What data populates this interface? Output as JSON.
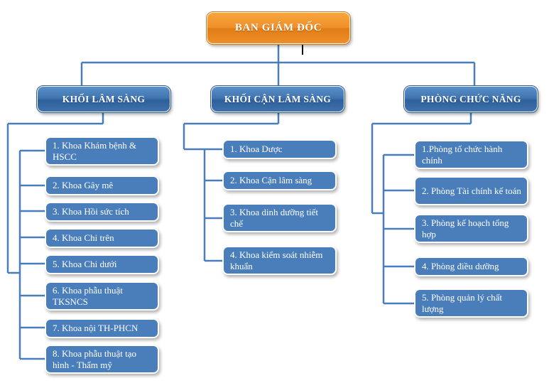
{
  "diagram": {
    "title": "BAN GIÁM ĐỐC",
    "type": "organizational-chart",
    "colors": {
      "root_fill": "#f0902a",
      "root_border": "#ffffff",
      "level2_fill": "#3f72ac",
      "leaf_fill": "#4a7ebb",
      "leaf_border": "#ffffff",
      "connector": "#4a7ebb",
      "background": "#ffffff"
    }
  },
  "root": {
    "label": "BAN GIÁM ĐỐC"
  },
  "branches": [
    {
      "label": "KHỐI LÂM SÀNG",
      "items": [
        {
          "label": "1. Khoa Khám bệnh & HSCC"
        },
        {
          "label": "2. Khoa Gây mê"
        },
        {
          "label": "3. Khoa Hồi sức tích"
        },
        {
          "label": "4. Khoa Chi trên"
        },
        {
          "label": "5. Khoa Chi dưới"
        },
        {
          "label": "6. Khoa phẫu thuật TKSNCS"
        },
        {
          "label": "7. Khoa nội TH-PHCN"
        },
        {
          "label": "8. Khoa phẫu thuật tạo hình - Thẩm mỹ"
        }
      ]
    },
    {
      "label": "KHỐI CẬN LÂM SÀNG",
      "items": [
        {
          "label": "1. Khoa Dược"
        },
        {
          "label": "2. Khoa Cận lâm sàng"
        },
        {
          "label": "3. Khoa dinh dưỡng tiết chế"
        },
        {
          "label": "4. Khoa kiểm soát nhiễm khuẩn"
        }
      ]
    },
    {
      "label": "PHÒNG CHỨC NĂNG",
      "items": [
        {
          "label": "1.Phòng tổ chức hành chính"
        },
        {
          "label": "2. Phòng Tài chính kế toán"
        },
        {
          "label": "3. Phòng kế hoạch tổng hợp"
        },
        {
          "label": "4. Phòng điều dưỡng"
        },
        {
          "label": "5. Phòng quản lý chất lượng"
        }
      ]
    }
  ]
}
